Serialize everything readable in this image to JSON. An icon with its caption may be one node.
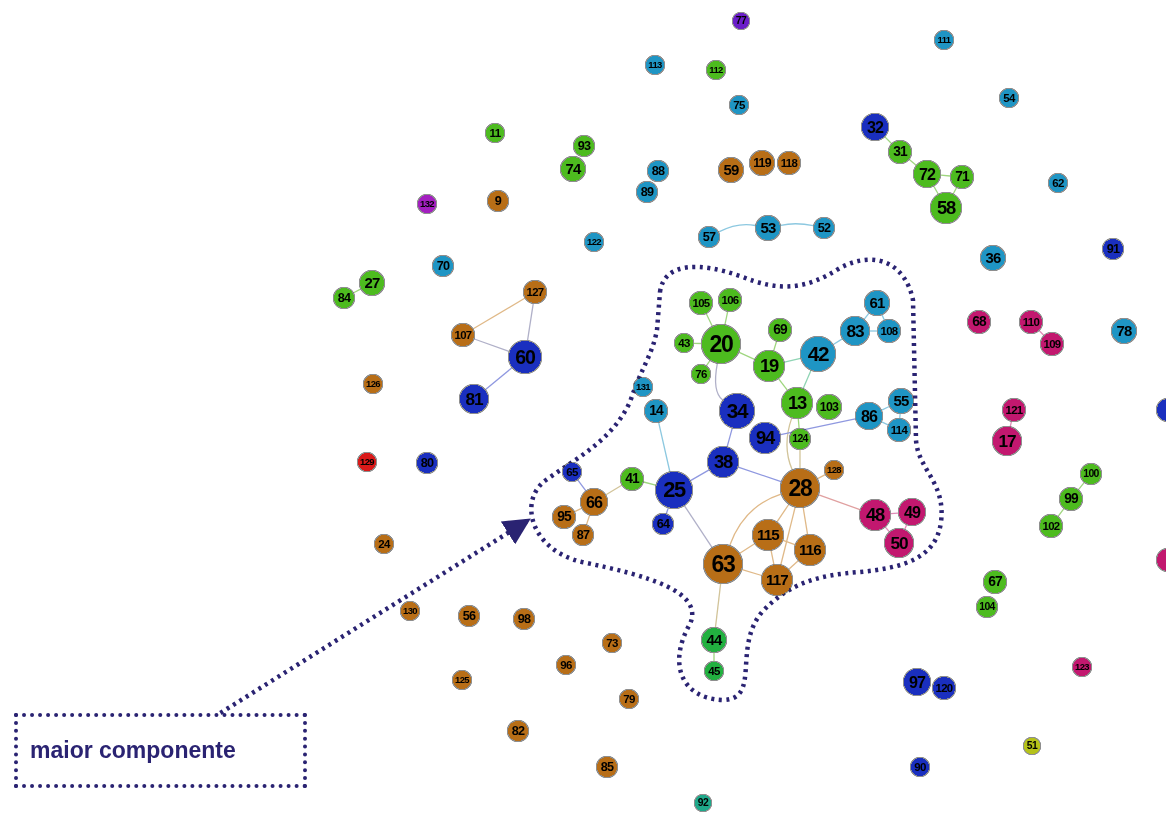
{
  "diagram": {
    "nodes": [
      {
        "text": [
          "77"
        ]
      },
      {
        "text": [
          "111"
        ]
      },
      {
        "text": [
          "113"
        ]
      },
      {
        "text": [
          "112"
        ]
      },
      {
        "text": [
          "54"
        ]
      },
      {
        "text": [
          "75"
        ]
      },
      {
        "text": [
          "32"
        ]
      },
      {
        "text": [
          "11"
        ]
      },
      {
        "text": [
          "93"
        ]
      },
      {
        "text": [
          "31"
        ]
      },
      {
        "text": [
          "119"
        ]
      },
      {
        "text": [
          "118"
        ]
      },
      {
        "text": [
          "59"
        ]
      },
      {
        "text": [
          "88"
        ]
      },
      {
        "text": [
          "74"
        ]
      },
      {
        "text": [
          "72"
        ]
      },
      {
        "text": [
          "71"
        ]
      },
      {
        "text": [
          "62"
        ]
      },
      {
        "text": [
          "89"
        ]
      },
      {
        "text": [
          "132"
        ]
      },
      {
        "text": [
          "9"
        ]
      },
      {
        "text": [
          "58"
        ]
      },
      {
        "text": [
          "53"
        ]
      },
      {
        "text": [
          "52"
        ]
      },
      {
        "text": [
          "57"
        ]
      },
      {
        "text": [
          "122"
        ]
      },
      {
        "text": [
          "91"
        ]
      },
      {
        "text": [
          "36"
        ]
      },
      {
        "text": [
          "70"
        ]
      },
      {
        "text": [
          "27"
        ]
      },
      {
        "text": [
          "127"
        ]
      },
      {
        "text": [
          "84"
        ]
      },
      {
        "text": [
          "68"
        ]
      },
      {
        "text": [
          "110"
        ]
      },
      {
        "text": [
          "78"
        ]
      },
      {
        "text": [
          "107"
        ]
      },
      {
        "text": [
          "109"
        ]
      },
      {
        "text": [
          "60"
        ]
      },
      {
        "text": [
          "126"
        ]
      },
      {
        "text": [
          "81"
        ]
      },
      {
        "text": [
          "121"
        ]
      },
      {
        "text": [],
        "shape": "circle"
      },
      {
        "text": [
          "17"
        ]
      },
      {
        "text": [
          "129"
        ]
      },
      {
        "text": [
          "80"
        ]
      },
      {
        "text": [
          "100"
        ]
      },
      {
        "text": [
          "99"
        ]
      },
      {
        "text": [
          "102"
        ]
      },
      {
        "text": [
          "24"
        ]
      },
      {
        "text": [],
        "shape": "circle"
      },
      {
        "text": [
          "67"
        ]
      },
      {
        "text": [
          "104"
        ]
      },
      {
        "text": [
          "130"
        ]
      },
      {
        "text": [
          "56"
        ]
      },
      {
        "text": [
          "98"
        ]
      },
      {
        "text": [
          "73"
        ]
      },
      {
        "text": [
          "96"
        ]
      },
      {
        "text": [
          "123"
        ]
      },
      {
        "text": [
          "125"
        ]
      },
      {
        "text": [
          "97"
        ]
      },
      {
        "text": [
          "120"
        ]
      },
      {
        "text": [
          "79"
        ]
      },
      {
        "text": [
          "82"
        ]
      },
      {
        "text": [
          "51"
        ]
      },
      {
        "text": [
          "85"
        ]
      },
      {
        "text": [
          "90"
        ]
      },
      {
        "text": [
          "92"
        ]
      },
      {
        "text": [],
        "shape": "cloud"
      },
      {
        "text": [
          "105"
        ],
        "in": 67
      },
      {
        "text": [
          "106"
        ],
        "in": 67
      },
      {
        "text": [
          "43"
        ],
        "in": 67
      },
      {
        "text": [
          "20"
        ],
        "in": 67
      },
      {
        "text": [
          "69"
        ],
        "in": 67
      },
      {
        "text": [
          "42"
        ],
        "in": 67
      },
      {
        "text": [
          "83"
        ],
        "in": 67
      },
      {
        "text": [
          "61"
        ],
        "in": 67
      },
      {
        "text": [
          "108"
        ],
        "in": 67
      },
      {
        "text": [
          "19"
        ],
        "in": 67
      },
      {
        "text": [
          "76"
        ],
        "in": 67
      },
      {
        "text": [
          "131"
        ],
        "in": 67
      },
      {
        "text": [
          "14"
        ],
        "in": 67
      },
      {
        "text": [
          "34"
        ],
        "in": 67
      },
      {
        "text": [
          "13"
        ],
        "in": 67
      },
      {
        "text": [
          "103"
        ],
        "in": 67
      },
      {
        "text": [
          "94"
        ],
        "in": 67
      },
      {
        "text": [
          "124"
        ],
        "in": 67
      },
      {
        "text": [
          "86"
        ],
        "in": 67
      },
      {
        "text": [
          "55"
        ],
        "in": 67
      },
      {
        "text": [
          "114"
        ],
        "in": 67
      },
      {
        "text": [
          "38"
        ],
        "in": 67
      },
      {
        "text": [
          "128"
        ],
        "in": 67
      },
      {
        "text": [
          "28"
        ],
        "in": 67
      },
      {
        "text": [
          "65"
        ],
        "in": 67
      },
      {
        "text": [
          "41"
        ],
        "in": 67
      },
      {
        "text": [
          "25"
        ],
        "in": 67
      },
      {
        "text": [
          "66"
        ],
        "in": 67
      },
      {
        "text": [
          "95"
        ],
        "in": 67
      },
      {
        "text": [
          "87"
        ],
        "in": 67
      },
      {
        "text": [
          "64"
        ],
        "in": 67
      },
      {
        "text": [
          "48"
        ],
        "in": 67
      },
      {
        "text": [
          "49"
        ],
        "in": 67
      },
      {
        "text": [
          "50"
        ],
        "in": 67
      },
      {
        "text": [
          "115"
        ],
        "in": 67
      },
      {
        "text": [
          "116"
        ],
        "in": 67
      },
      {
        "text": [
          "63"
        ],
        "in": 67
      },
      {
        "text": [
          "117"
        ],
        "in": 67
      },
      {
        "text": [
          "44"
        ],
        "in": 67
      },
      {
        "text": [
          "45"
        ],
        "in": 67
      },
      {
        "text": [
          "maior componente"
        ]
      }
    ],
    "edges": [
      {
        "from": 6,
        "to": 9,
        "arrow": "none",
        "color": "#9fd67f"
      },
      {
        "from": 9,
        "to": 15,
        "arrow": "none",
        "color": "#9fd67f"
      },
      {
        "from": 15,
        "to": 16,
        "arrow": "none",
        "color": "#9fd67f"
      },
      {
        "from": 15,
        "to": 21,
        "arrow": "none",
        "color": "#9fd67f"
      },
      {
        "from": 16,
        "to": 21,
        "arrow": "none",
        "color": "#9fd67f"
      },
      {
        "from": 24,
        "to": 22,
        "arrow": "none",
        "color": "#8cc8e0"
      },
      {
        "from": 22,
        "to": 23,
        "arrow": "none",
        "color": "#8cc8e0"
      },
      {
        "from": 29,
        "to": 31,
        "arrow": "none",
        "color": "#9fd67f"
      },
      {
        "from": 30,
        "to": 35,
        "arrow": "none",
        "color": "#e0b988"
      },
      {
        "from": 35,
        "to": 37,
        "arrow": "none",
        "color": "#b0b0c8"
      },
      {
        "from": 30,
        "to": 37,
        "arrow": "none",
        "color": "#b0b0c8"
      },
      {
        "from": 37,
        "to": 39,
        "arrow": "none",
        "color": "#8f98e0"
      },
      {
        "from": 33,
        "to": 36,
        "arrow": "none",
        "color": "#e08cb8"
      },
      {
        "from": 40,
        "to": 42,
        "arrow": "none",
        "color": "#e08cb8"
      },
      {
        "from": 45,
        "to": 46,
        "arrow": "none",
        "color": "#9fd67f"
      },
      {
        "from": 46,
        "to": 47,
        "arrow": "none",
        "color": "#9fd67f"
      },
      {
        "from": 68,
        "to": 71,
        "arrow": "none",
        "color": "#9fd67f"
      },
      {
        "from": 69,
        "to": 71,
        "arrow": "none",
        "color": "#9fd67f"
      },
      {
        "from": 70,
        "to": 71,
        "arrow": "none",
        "color": "#9fd67f"
      },
      {
        "from": 78,
        "to": 71,
        "arrow": "none",
        "color": "#9fd67f"
      },
      {
        "from": 71,
        "to": 77,
        "arrow": "none",
        "color": "#9fd67f"
      },
      {
        "from": 72,
        "to": 77,
        "arrow": "none",
        "color": "#9fd67f"
      },
      {
        "from": 77,
        "to": 73,
        "arrow": "none",
        "color": "#8fd4b4"
      },
      {
        "from": 77,
        "to": 82,
        "arrow": "none",
        "color": "#9fd67f"
      },
      {
        "from": 73,
        "to": 74,
        "arrow": "none",
        "color": "#8cc8e0"
      },
      {
        "from": 74,
        "to": 75,
        "arrow": "none",
        "color": "#8cc8e0"
      },
      {
        "from": 74,
        "to": 76,
        "arrow": "none",
        "color": "#8cc8e0"
      },
      {
        "from": 75,
        "to": 76,
        "arrow": "none",
        "color": "#8cc8e0"
      },
      {
        "from": 73,
        "to": 82,
        "arrow": "none",
        "color": "#8fd4b4"
      },
      {
        "from": 82,
        "to": 85,
        "arrow": "none",
        "color": "#9fd67f"
      },
      {
        "from": 82,
        "to": 91,
        "arrow": "none",
        "color": "#d2c49a"
      },
      {
        "from": 85,
        "to": 91,
        "arrow": "none",
        "color": "#d2c49a"
      },
      {
        "from": 84,
        "to": 86,
        "arrow": "none",
        "color": "#8f98e0"
      },
      {
        "from": 86,
        "to": 87,
        "arrow": "none",
        "color": "#8cc8e0"
      },
      {
        "from": 86,
        "to": 88,
        "arrow": "none",
        "color": "#8cc8e0"
      },
      {
        "from": 87,
        "to": 88,
        "arrow": "none",
        "color": "#8cc8e0"
      },
      {
        "from": 71,
        "to": 81,
        "arrow": "none",
        "color": "#b0b0c8"
      },
      {
        "from": 81,
        "to": 89,
        "arrow": "none",
        "color": "#8f98e0"
      },
      {
        "from": 89,
        "to": 91,
        "arrow": "none",
        "color": "#8f98e0"
      },
      {
        "from": 80,
        "to": 94,
        "arrow": "none",
        "color": "#8cc8e0"
      },
      {
        "from": 94,
        "to": 89,
        "arrow": "none",
        "color": "#8f98e0"
      },
      {
        "from": 93,
        "to": 94,
        "arrow": "none",
        "color": "#9fd67f"
      },
      {
        "from": 95,
        "to": 93,
        "arrow": "none",
        "color": "#d2c49a"
      },
      {
        "from": 92,
        "to": 95,
        "arrow": "none",
        "color": "#8f98e0"
      },
      {
        "from": 96,
        "to": 95,
        "arrow": "none",
        "color": "#e0b988"
      },
      {
        "from": 97,
        "to": 95,
        "arrow": "none",
        "color": "#e0b988"
      },
      {
        "from": 98,
        "to": 94,
        "arrow": "none",
        "color": "#8f98e0"
      },
      {
        "from": 94,
        "to": 104,
        "arrow": "none",
        "color": "#b0b0c8"
      },
      {
        "from": 91,
        "to": 90,
        "arrow": "none",
        "color": "#e0b988"
      },
      {
        "from": 91,
        "to": 99,
        "arrow": "none",
        "color": "#e0a0a0"
      },
      {
        "from": 99,
        "to": 100,
        "arrow": "none",
        "color": "#e08cb8"
      },
      {
        "from": 99,
        "to": 101,
        "arrow": "none",
        "color": "#e08cb8"
      },
      {
        "from": 100,
        "to": 101,
        "arrow": "none",
        "color": "#e08cb8"
      },
      {
        "from": 91,
        "to": 102,
        "arrow": "none",
        "color": "#e0b988"
      },
      {
        "from": 91,
        "to": 103,
        "arrow": "none",
        "color": "#e0b988"
      },
      {
        "from": 91,
        "to": 105,
        "arrow": "none",
        "color": "#e0b988"
      },
      {
        "from": 91,
        "to": 104,
        "arrow": "none",
        "color": "#e0b988"
      },
      {
        "from": 102,
        "to": 103,
        "arrow": "none",
        "color": "#e0b988"
      },
      {
        "from": 102,
        "to": 105,
        "arrow": "none",
        "color": "#e0b988"
      },
      {
        "from": 102,
        "to": 104,
        "arrow": "none",
        "color": "#e0b988"
      },
      {
        "from": 103,
        "to": 105,
        "arrow": "none",
        "color": "#e0b988"
      },
      {
        "from": 104,
        "to": 105,
        "arrow": "none",
        "color": "#e0b988"
      },
      {
        "from": 104,
        "to": 106,
        "arrow": "none",
        "color": "#d2c49a"
      },
      {
        "from": 106,
        "to": 107,
        "arrow": "none",
        "color": "#9fd67f"
      },
      {
        "from": 108,
        "to": 67,
        "arrow": "to",
        "style": "dashed",
        "color": "#2a2372"
      }
    ]
  }
}
